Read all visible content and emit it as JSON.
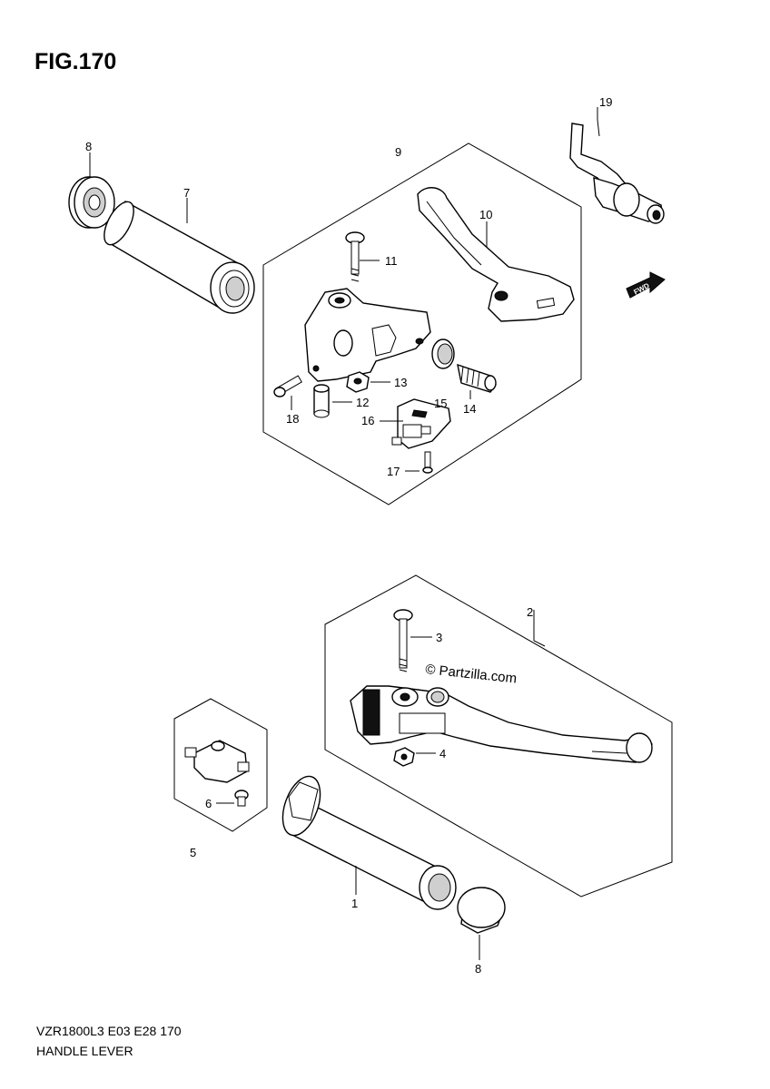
{
  "figure": {
    "title": "FIG.170",
    "model_code": "VZR1800L3  E03  E28  170",
    "name": "HANDLE LEVER",
    "watermark": "© Partzilla.com",
    "fwd_label": "FWD"
  },
  "callouts": {
    "p1": "1",
    "p2": "2",
    "p3": "3",
    "p4": "4",
    "p5": "5",
    "p6": "6",
    "p7": "7",
    "p8_top": "8",
    "p8_bottom": "8",
    "p9": "9",
    "p10": "10",
    "p11": "11",
    "p12": "12",
    "p13": "13",
    "p14": "14",
    "p15": "15",
    "p16": "16",
    "p17": "17",
    "p18": "18",
    "p19": "19"
  }
}
